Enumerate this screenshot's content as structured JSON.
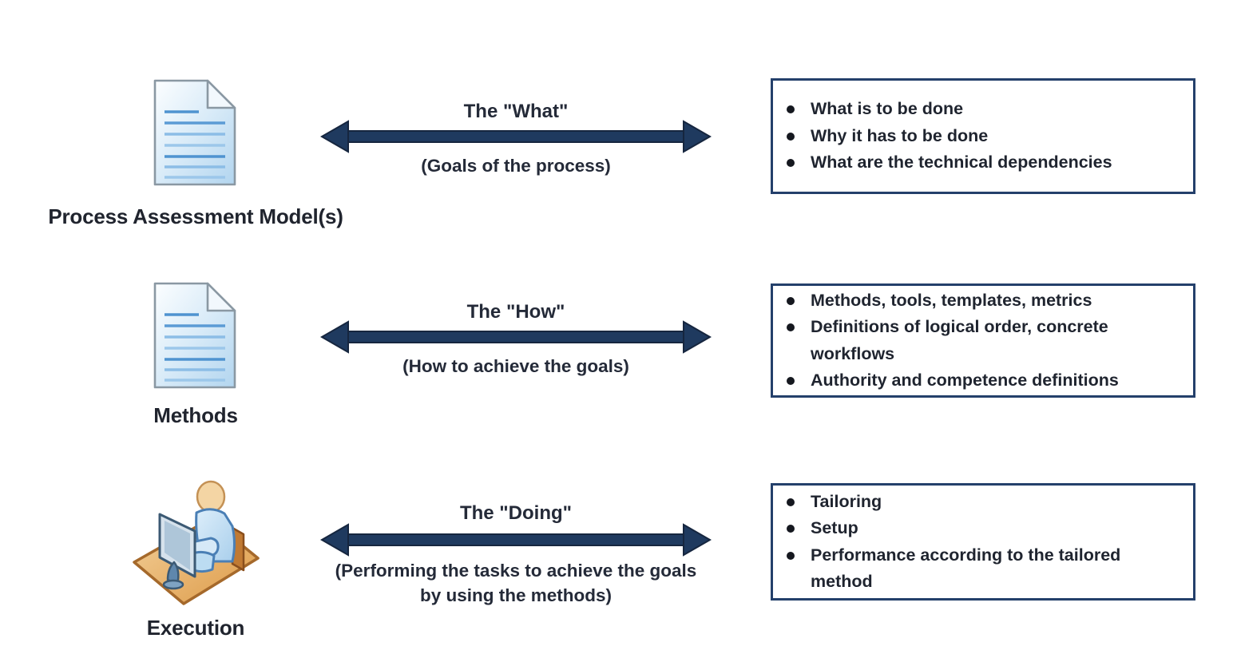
{
  "diagram": {
    "background": "#ffffff",
    "colors": {
      "arrow_fill": "#1f3a5f",
      "arrow_outline": "#16263f",
      "box_border": "#24406b",
      "text": "#20242e",
      "doc_line_dark": "#4f93d0",
      "doc_line_light": "#8cbde6",
      "desk_tan": "#e8b264",
      "person_blue": "#bcdcf2"
    },
    "rows": [
      {
        "icon": "document-icon",
        "label": "Process Assessment Model(s)",
        "arrow_title": "The \"What\"",
        "arrow_subtitle": "(Goals of the process)",
        "bullets": [
          "What is to be done",
          "Why it has to be done",
          "What are the technical dependencies"
        ]
      },
      {
        "icon": "document-icon",
        "label": "Methods",
        "arrow_title": "The \"How\"",
        "arrow_subtitle": "(How to achieve the goals)",
        "bullets": [
          "Methods, tools, templates, metrics",
          "Definitions of logical order, concrete workflows",
          "Authority and competence definitions"
        ]
      },
      {
        "icon": "person-at-computer-icon",
        "label": "Execution",
        "arrow_title": "The \"Doing\"",
        "arrow_subtitle": "(Performing the tasks to achieve the goals by using the methods)",
        "bullets": [
          "Tailoring",
          "Setup",
          "Performance according to the tailored method"
        ]
      }
    ]
  }
}
